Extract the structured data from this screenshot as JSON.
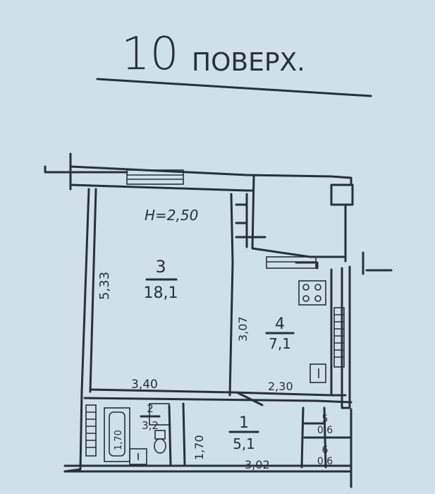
{
  "title": {
    "number": "10",
    "word": "ПОВЕРХ."
  },
  "ceiling_height": "H=2,50",
  "rooms": [
    {
      "id": "3",
      "area": "18,1"
    },
    {
      "id": "4",
      "area": "7,1"
    },
    {
      "id": "1",
      "area": "5,1"
    },
    {
      "id": "2",
      "area": "3,2"
    },
    {
      "id": "5",
      "area": "0,6"
    },
    {
      "id": "6",
      "area": "0,6"
    }
  ],
  "dimensions": {
    "room3_height": "5,33",
    "room3_width": "3,40",
    "room4_height": "3,07",
    "room4_width": "2,30",
    "hall_height": "1,70",
    "hall_width": "3,02",
    "bath_length": "1,70"
  }
}
